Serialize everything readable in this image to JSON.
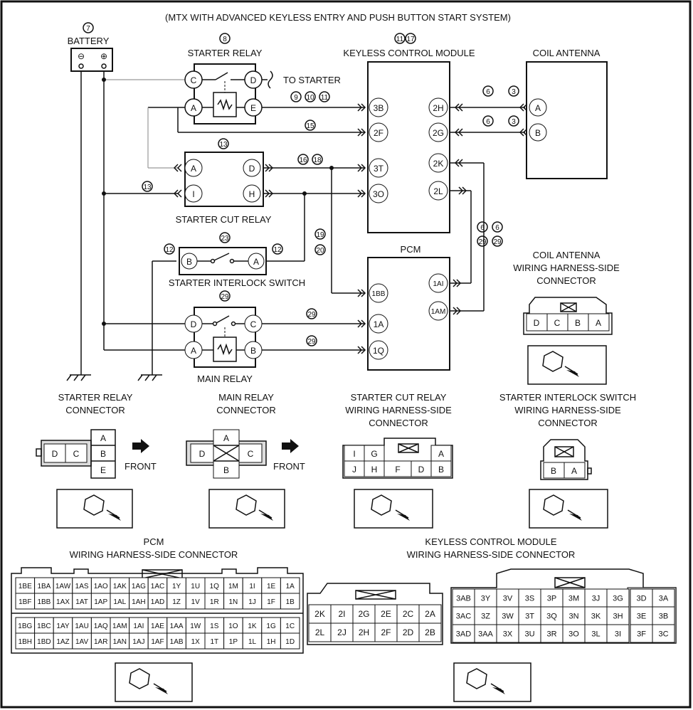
{
  "title": "(MTX WITH ADVANCED KEYLESS ENTRY AND PUSH BUTTON START SYSTEM)",
  "components": {
    "battery": {
      "label": "BATTERY",
      "ref": "7",
      "minus": "⊖",
      "plus": "⊕"
    },
    "starter_relay": {
      "label": "STARTER RELAY",
      "ref": "8",
      "pins": [
        "C",
        "D",
        "A",
        "E"
      ],
      "to_starter": "TO STARTER"
    },
    "keyless_module": {
      "label": "KEYLESS CONTROL MODULE",
      "refs": [
        "11",
        "17"
      ],
      "pins_left": [
        "3B",
        "2F",
        "3T",
        "3O"
      ],
      "pins_right": [
        "2H",
        "2G",
        "2K",
        "2L"
      ]
    },
    "coil_antenna": {
      "label": "COIL ANTENNA",
      "pins": [
        "A",
        "B"
      ]
    },
    "starter_cut_relay": {
      "label": "STARTER CUT RELAY",
      "ref": "13",
      "pins": [
        "A",
        "D",
        "I",
        "H"
      ]
    },
    "starter_interlock": {
      "label": "STARTER INTERLOCK SWITCH",
      "ref": "23",
      "pins": [
        "B",
        "A"
      ]
    },
    "main_relay": {
      "label": "MAIN RELAY",
      "ref": "29",
      "pins": [
        "D",
        "C",
        "A",
        "B"
      ]
    },
    "pcm": {
      "label": "PCM",
      "pins_left": [
        "1BB",
        "1A",
        "1Q"
      ],
      "pins_right": [
        "1AI",
        "1AM"
      ]
    }
  },
  "wire_refs": {
    "sr_e": [
      "9",
      "10",
      "11"
    ],
    "sr_2f": "15",
    "cut_d": [
      "16",
      "18"
    ],
    "cut_i": "13",
    "ant_a": [
      "6",
      "3"
    ],
    "ant_b": [
      "6",
      "3"
    ],
    "int_left": "12",
    "int_right": "12",
    "int_bb": [
      "19",
      "20"
    ],
    "pcm_1ai": [
      "6",
      "29"
    ],
    "pcm_1am": [
      "6",
      "29"
    ],
    "main_c": "29",
    "main_b": "29"
  },
  "connectors": {
    "coil_antenna": {
      "title": [
        "COIL ANTENNA",
        "WIRING HARNESS-SIDE",
        "CONNECTOR"
      ],
      "pins": [
        "D",
        "C",
        "B",
        "A"
      ]
    },
    "starter_relay": {
      "title": [
        "STARTER RELAY",
        "CONNECTOR"
      ],
      "pins": [
        "D",
        "C",
        "A",
        "B",
        "E"
      ],
      "front": "FRONT"
    },
    "main_relay": {
      "title": [
        "MAIN RELAY",
        "CONNECTOR"
      ],
      "pins": [
        "A",
        "D",
        "C",
        "B"
      ],
      "front": "FRONT"
    },
    "starter_cut_relay": {
      "title": [
        "STARTER CUT RELAY",
        "WIRING HARNESS-SIDE",
        "CONNECTOR"
      ],
      "row1": [
        "I",
        "G",
        "",
        "A"
      ],
      "row2": [
        "J",
        "H",
        "F",
        "D",
        "B"
      ]
    },
    "starter_interlock": {
      "title": [
        "STARTER INTERLOCK SWITCH",
        "WIRING HARNESS-SIDE",
        "CONNECTOR"
      ],
      "pins": [
        "B",
        "A"
      ]
    },
    "pcm": {
      "title": [
        "PCM",
        "WIRING HARNESS-SIDE CONNECTOR"
      ],
      "rows": [
        [
          "1BE",
          "1BA",
          "1AW",
          "1AS",
          "1AO",
          "1AK",
          "1AG",
          "1AC",
          "1Y",
          "1U",
          "1Q",
          "1M",
          "1I",
          "1E",
          "1A"
        ],
        [
          "1BF",
          "1BB",
          "1AX",
          "1AT",
          "1AP",
          "1AL",
          "1AH",
          "1AD",
          "1Z",
          "1V",
          "1R",
          "1N",
          "1J",
          "1F",
          "1B"
        ],
        [
          "1BG",
          "1BC",
          "1AY",
          "1AU",
          "1AQ",
          "1AM",
          "1AI",
          "1AE",
          "1AA",
          "1W",
          "1S",
          "1O",
          "1K",
          "1G",
          "1C"
        ],
        [
          "1BH",
          "1BD",
          "1AZ",
          "1AV",
          "1AR",
          "1AN",
          "1AJ",
          "1AF",
          "1AB",
          "1X",
          "1T",
          "1P",
          "1L",
          "1H",
          "1D"
        ]
      ]
    },
    "keyless_small": {
      "title": [
        "KEYLESS CONTROL MODULE",
        "WIRING HARNESS-SIDE CONNECTOR"
      ],
      "rows": [
        [
          "2K",
          "2I",
          "2G",
          "2E",
          "2C",
          "2A"
        ],
        [
          "2L",
          "2J",
          "2H",
          "2F",
          "2D",
          "2B"
        ]
      ]
    },
    "keyless_large": {
      "rows": [
        [
          "3AB",
          "3Y",
          "3V",
          "3S",
          "3P",
          "3M",
          "3J",
          "3G",
          "3D",
          "3A"
        ],
        [
          "3AC",
          "3Z",
          "3W",
          "3T",
          "3Q",
          "3N",
          "3K",
          "3H",
          "3E",
          "3B"
        ],
        [
          "3AD",
          "3AA",
          "3X",
          "3U",
          "3R",
          "3O",
          "3L",
          "3I",
          "3F",
          "3C"
        ]
      ]
    }
  }
}
